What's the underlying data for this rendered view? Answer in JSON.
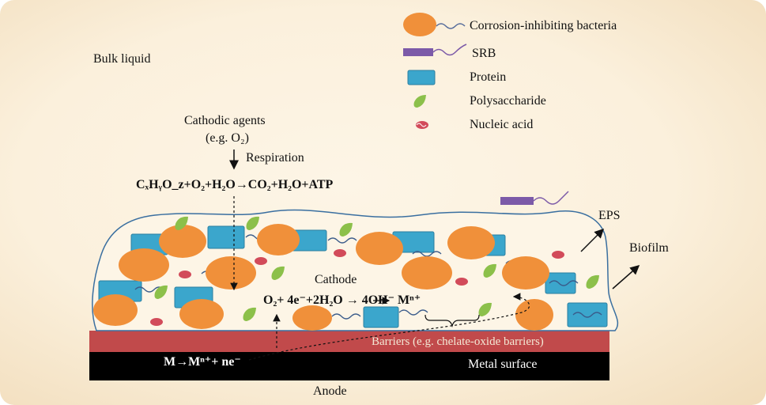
{
  "bulk_liquid": "Bulk liquid",
  "legend": {
    "bacteria": "Corrosion-inhibiting bacteria",
    "srb": "SRB",
    "protein": "Protein",
    "polysaccharide": "Polysaccharide",
    "nucleic_acid": "Nucleic acid"
  },
  "cathodic_agents": "Cathodic agents",
  "cathodic_example": "(e.g. O₂)",
  "respiration": "Respiration",
  "respiration_equation": "CₓHᵧO_z+O₂+H₂O→CO₂+H₂O+ATP",
  "cathode": "Cathode",
  "cathode_reaction": "O₂+ 4e⁻+2H₂O → 4OH⁻  Mⁿ⁺",
  "eps": "EPS",
  "biofilm": "Biofilm",
  "barriers": "Barriers (e.g. chelate-oxide barriers)",
  "metal_surface": "Metal surface",
  "anode_reaction": "M→Mⁿ⁺+ ne⁻",
  "anode": "Anode",
  "colors": {
    "bacteria": "#f0903a",
    "srb": "#7c5aa8",
    "protein": "#3ba6cc",
    "polysaccharide": "#8cc04a",
    "nucleic_acid": "#d24b5a",
    "barrier": "#c14a4b",
    "metal": "#000000"
  }
}
